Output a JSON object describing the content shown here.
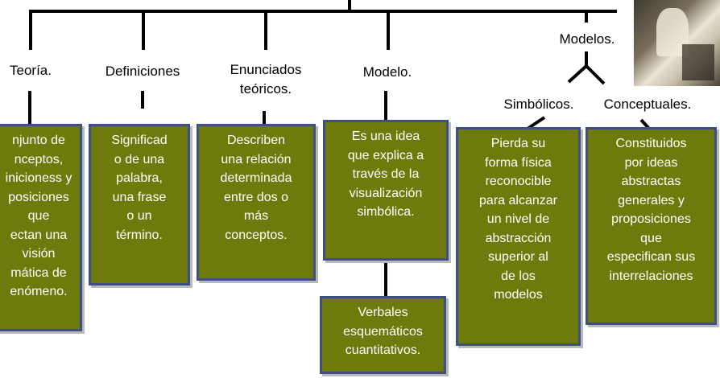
{
  "nodes": {
    "teoria": "Teoría.",
    "definiciones": "Definiciones",
    "enunciados": "Enunciados\nteóricos.",
    "modelo": "Modelo.",
    "modelos": "Modelos.",
    "simbolicos": "Simbólicos.",
    "conceptuales": "Conceptuales."
  },
  "boxes": {
    "teoria": "njunto de\nnceptos,\ninicioness y\nposiciones\nque\nectan una\nvisión\nmática de\nenómeno.",
    "definiciones": "Significad\no de una\npalabra,\nuna frase\no un\ntérmino.",
    "enunciados": "Describen\nuna relación\ndeterminada\nentre dos o\nmás\nconceptos.",
    "modelo": "Es una idea\nque explica a\ntravés de la\nvisualización\nsimbólica.",
    "verbales": "Verbales\nesquemáticos\ncuantitativos.",
    "simbolicos": "Pierda su\nforma física\nreconocible\npara alcanzar\nun nivel de\nabstracción\nsuperior al\nde los\nmodelos",
    "conceptuales": "Constituidos\npor ideas\nabstractas\ngenerales y\nproposiciones\nque\nespecifican sus\ninterrelaciones"
  },
  "colors": {
    "box_fill": "#6f7a0d",
    "box_border": "#3e4f84"
  }
}
